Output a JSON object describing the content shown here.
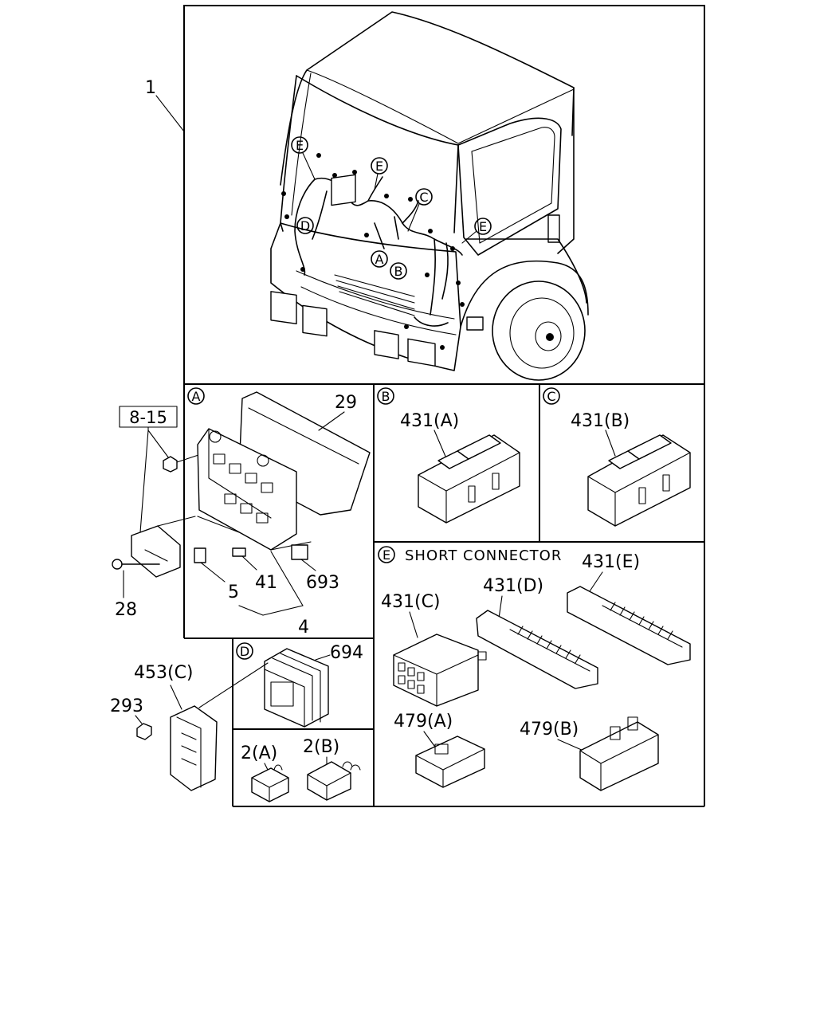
{
  "labels": {
    "harness": "1",
    "ref_box": "8-15",
    "bracket_bolt": "28",
    "relay_cover": "29",
    "fuse_5": "5",
    "fuse_41": "41",
    "fuse_4": "4",
    "relay_693": "693",
    "relay_694": "694",
    "module_453c": "453(C)",
    "nut_293": "293",
    "relay_2a": "2(A)",
    "relay_2b": "2(B)",
    "conn_431a": "431(A)",
    "conn_431b": "431(B)",
    "conn_431c": "431(C)",
    "conn_431d": "431(D)",
    "conn_431e": "431(E)",
    "conn_479a": "479(A)",
    "conn_479b": "479(B)"
  },
  "callouts": {
    "a": "A",
    "b": "B",
    "c": "C",
    "d": "D",
    "e": "E"
  },
  "panels": {
    "e_title": "SHORT CONNECTOR"
  }
}
